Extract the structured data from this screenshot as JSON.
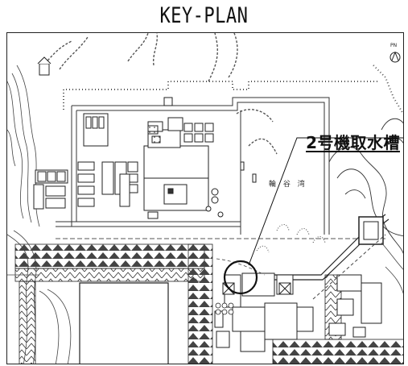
{
  "title": "KEY-PLAN",
  "callout_label": "2号機取水槽",
  "bay_label": "輪 谷 湾",
  "north_label": "PN"
}
